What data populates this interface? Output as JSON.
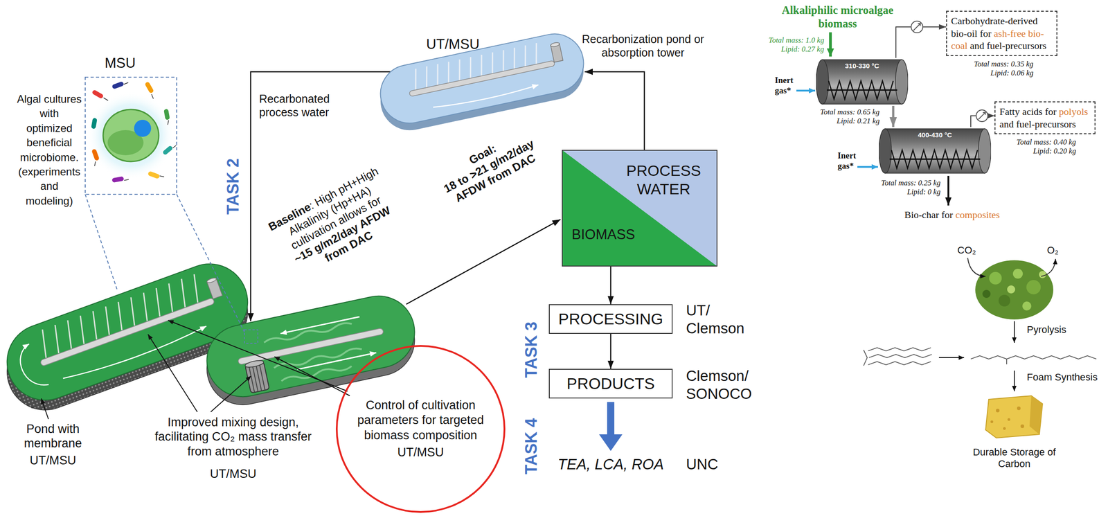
{
  "diagram": {
    "nodes": [
      {
        "text": [
          "PROCESS WATER",
          "BIOMASS"
        ]
      },
      {
        "text": [
          "PROCESSING"
        ]
      },
      {
        "text": [
          "PRODUCTS"
        ]
      },
      {
        "text": [
          "Control of cultivation parameters for targeted biomass composition",
          "UT/MSU"
        ]
      },
      {
        "text": [
          "310-330 °C"
        ]
      },
      {
        "text": [
          "Carbohydrate-derived bio-oil for ash-free bio-coal and fuel-precursors"
        ]
      },
      {
        "text": [
          "400-430 °C"
        ]
      },
      {
        "text": [
          "Fatty acids for polyols and fuel-precursors"
        ]
      }
    ],
    "edges": [
      {
        "from": 0,
        "to": 1,
        "arrow": "to"
      },
      {
        "from": 1,
        "to": 2,
        "arrow": "to"
      },
      {
        "from": 4,
        "to": 5,
        "arrow": "to"
      },
      {
        "from": 4,
        "to": 6,
        "arrow": "to"
      },
      {
        "from": 6,
        "to": 7,
        "arrow": "to"
      }
    ],
    "labels": [
      "MSU",
      "Algal cultures with optimized beneficial microbiome. (experiments and modeling)",
      "UT/MSU",
      "Recarbonization pond or absorption tower",
      "Recarbonated process water",
      "TASK 2",
      "Baseline: High pH+High Alkalinity (Hp+HA) cultivation allows for ~15 g/m2/day AFDW from DAC",
      "Goal: 18 to >21 g/m2/day AFDW from DAC",
      "Pond with membrane",
      "UT/MSU",
      "Improved mixing design, facilitating CO₂ mass transfer from atmosphere",
      "UT/MSU",
      "TASK 3",
      "UT/ Clemson",
      "TASK 4",
      "Clemson/ SONOCO",
      "TEA, LCA, ROA",
      "UNC",
      "Alkaliphilic microalgae biomass",
      "Total mass: 1.0 kg",
      "Lipid: 0.27 kg",
      "Inert gas*",
      "Total mass: 0.65 kg",
      "Lipid: 0.21 kg",
      "Total mass: 0.35 kg",
      "Lipid: 0.06 kg",
      "Inert gas*",
      "Total mass: 0.40 kg",
      "Lipid: 0.20 kg",
      "Total mass: 0.25 kg",
      "Lipid: 0 kg",
      "Bio-char for composites",
      "CO₂",
      "O₂",
      "Pyrolysis",
      "Foam Synthesis",
      "Durable Storage of Carbon"
    ]
  }
}
